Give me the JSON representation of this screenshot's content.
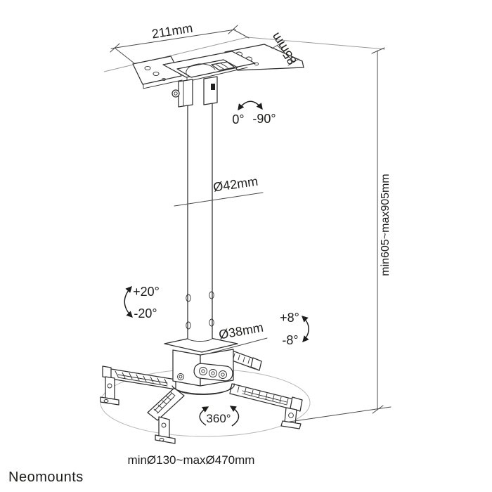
{
  "page": {
    "background": "#ffffff"
  },
  "brand": {
    "logo_text": "Neomounts",
    "color": "#9b9b9b"
  },
  "labels": {
    "plate_width": "211mm",
    "plate_depth": "85mm",
    "tilt_range_start": "0°",
    "tilt_range_end": "-90°",
    "upper_tube_diameter": "Ø42mm",
    "height_range": "min605~max905mm",
    "swivel_plus": "+20°",
    "swivel_minus": "-20°",
    "lower_tube_diameter": "Ø38mm",
    "fine_tilt_plus": "+8°",
    "fine_tilt_minus": "-8°",
    "rotation_range": "360°",
    "projector_mount_range": "minØ130~maxØ470mm"
  },
  "colors": {
    "line_art": "#2e2e2e",
    "dimension_line": "#4a4a4a",
    "construction_line": "#9a9a9a",
    "rotation_ellipse": "#b5b5b5",
    "text": "#1d1d1b",
    "brand": "#9b9b9b",
    "background": "#ffffff"
  }
}
